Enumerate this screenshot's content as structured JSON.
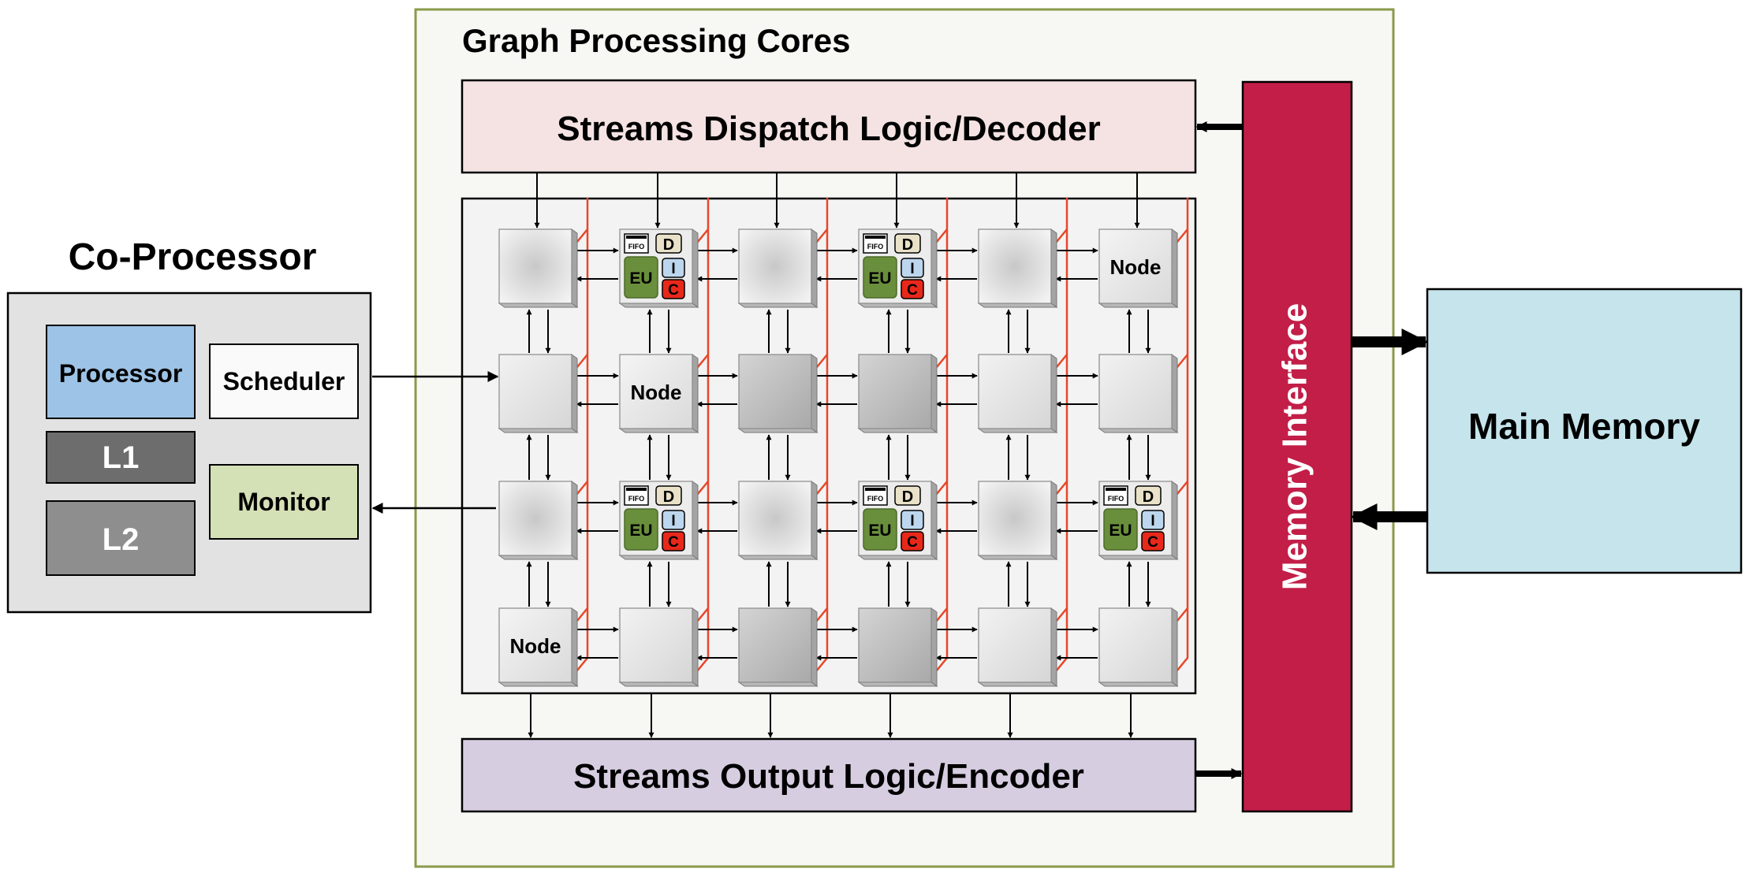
{
  "colors": {
    "gpc_border": "#8a9a4a",
    "gpc_fill": "#f7f8f4",
    "dispatch_fill": "#f5e3e3",
    "output_fill": "#d7cde1",
    "memory_interface_fill": "#c21e48",
    "main_memory_fill": "#c5e4ec",
    "coproc_fill": "#e2e2e2",
    "processor_fill": "#9dc3e6",
    "l1_fill": "#6d6d6d",
    "l2_fill": "#8e8e8e",
    "monitor_fill": "#d4e0b6",
    "scheduler_fill": "#fafafa",
    "eu_fill": "#6a8f3c",
    "d_fill": "#e9e2c8",
    "i_fill": "#bcd6ee",
    "c_fill": "#e8281a",
    "bus_line": "#e8462a"
  },
  "gpc": {
    "title": "Graph Processing Cores"
  },
  "dispatch": {
    "label": "Streams Dispatch Logic/Decoder"
  },
  "output": {
    "label": "Streams Output Logic/Encoder"
  },
  "memory_interface": {
    "label": "Memory Interface"
  },
  "main_memory": {
    "label": "Main Memory"
  },
  "coprocessor": {
    "title": "Co-Processor",
    "processor": "Processor",
    "scheduler": "Scheduler",
    "l1": "L1",
    "l2": "L2",
    "monitor": "Monitor"
  },
  "node_label": "Node",
  "detail_tile": {
    "fifo": "FIFO",
    "d": "D",
    "eu": "EU",
    "i": "I",
    "c": "C"
  },
  "grid": {
    "rows": 4,
    "cols": 6,
    "cells": [
      [
        "radial",
        "detail",
        "radial",
        "detail",
        "radial",
        "node"
      ],
      [
        "light",
        "node",
        "dark",
        "dark",
        "light",
        "light"
      ],
      [
        "radial",
        "detail",
        "radial",
        "detail",
        "radial",
        "detail"
      ],
      [
        "node",
        "light",
        "dark",
        "dark",
        "light",
        "light"
      ]
    ]
  }
}
